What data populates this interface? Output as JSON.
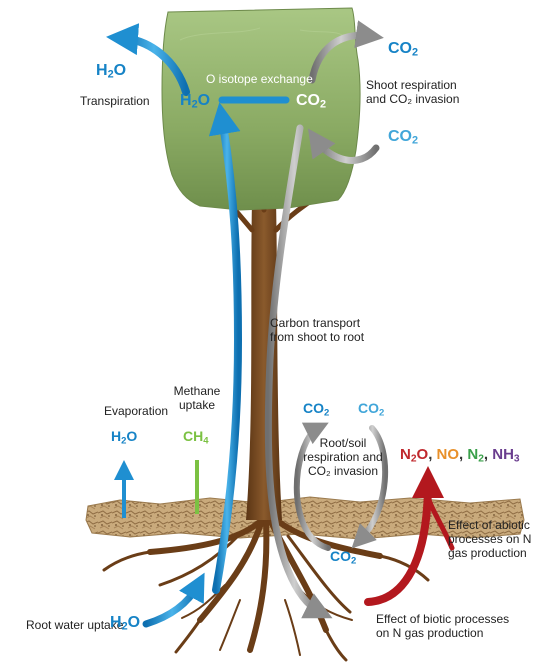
{
  "labels": {
    "o_isotope_exchange": "O isotope exchange",
    "transpiration": "Transpiration",
    "shoot_respiration": "Shoot respiration\nand CO₂ invasion",
    "carbon_transport": "Carbon transport\nfrom shoot to root",
    "evaporation": "Evaporation",
    "methane_uptake": "Methane\nuptake",
    "root_soil_respiration": "Root/soil\nrespiration and\nCO₂ invasion",
    "abiotic_effect": "Effect of abiotic\nprocesses on N\ngas production",
    "biotic_effect": "Effect of biotic processes\non N gas production",
    "root_water_uptake": "Root water uptake"
  },
  "molecules": {
    "h2o": {
      "base": "H",
      "sub": "2",
      "tail": "O"
    },
    "co2": {
      "base": "CO",
      "sub": "2",
      "tail": ""
    },
    "ch4": {
      "base": "CH",
      "sub": "4",
      "tail": ""
    }
  },
  "n_gases": [
    {
      "base": "N",
      "sub": "2",
      "tail": "O",
      "color": "#c0282d"
    },
    {
      "base": "NO",
      "sub": "",
      "tail": "",
      "color": "#e8902a"
    },
    {
      "base": "N",
      "sub": "2",
      "tail": "",
      "color": "#3aa04a"
    },
    {
      "base": "NH",
      "sub": "3",
      "tail": "",
      "color": "#6a3d8e"
    }
  ],
  "colors": {
    "water_arrow": "#1f8fd1",
    "co2_arrow": "#8c8c8c",
    "n_gas_arrow": "#b3181e",
    "canopy": "#8fb06a",
    "trunk": "#7a4a22",
    "soil": "#c2a275",
    "methane_arrow": "#7bc142"
  }
}
